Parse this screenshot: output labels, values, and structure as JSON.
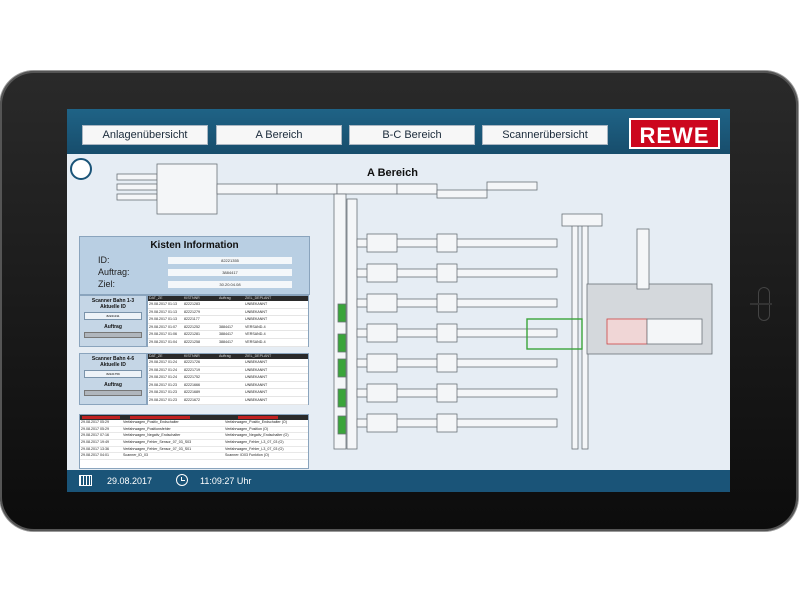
{
  "nav": {
    "items": [
      {
        "label": "Anlagenübersicht"
      },
      {
        "label": "A Bereich"
      },
      {
        "label": "B-C Bereich"
      },
      {
        "label": "Scannerübersicht"
      }
    ]
  },
  "logo": {
    "text": "REWE"
  },
  "area_title": "A Bereich",
  "kisten": {
    "title": "Kisten Information",
    "id_label": "ID:",
    "id_value": "82221355",
    "auftrag_label": "Auftrag:",
    "auftrag_value": "3884417",
    "ziel_label": "Ziel:",
    "ziel_value": "30.20.04.08"
  },
  "scanner1": {
    "title": "Scanner Bahn 1-3",
    "aktuelle_label": "Aktuelle ID",
    "aktuelle_value": "82221311",
    "auftrag_label": "Auftrag",
    "headers": [
      "DAT_ZE",
      "KISTNNR",
      "Auftrag",
      "ZIEL_DEPLANT"
    ],
    "rows": [
      [
        "29.08.2017 01:13",
        "82221283",
        "",
        "UNBEKANNT"
      ],
      [
        "29.08.2017 01:13",
        "82221279",
        "",
        "UNBEKANNT"
      ],
      [
        "29.08.2017 01:13",
        "82221177",
        "",
        "UNBEKANNT"
      ],
      [
        "29.08.2017 01:07",
        "82221252",
        "3884417",
        "VERSAND-4"
      ],
      [
        "29.08.2017 01:06",
        "82221281",
        "3884417",
        "VERSAND-4"
      ],
      [
        "29.08.2017 01:04",
        "82221258",
        "3884417",
        "VERSAND-4"
      ]
    ]
  },
  "scanner2": {
    "title": "Scanner Bahn 4-6",
    "aktuelle_label": "Aktuelle ID",
    "aktuelle_value": "82221759",
    "auftrag_label": "Auftrag",
    "headers": [
      "DAT_ZE",
      "KISTNNR",
      "Auftrag",
      "ZIEL_DEPLANT"
    ],
    "rows": [
      [
        "29.08.2017 01:24",
        "82221726",
        "",
        "UNBEKANNT"
      ],
      [
        "29.08.2017 01:24",
        "82221719",
        "",
        "UNBEKANNT"
      ],
      [
        "29.08.2017 01:24",
        "82221752",
        "",
        "UNBEKANNT"
      ],
      [
        "29.08.2017 01:23",
        "82221666",
        "",
        "UNBEKANNT"
      ],
      [
        "29.08.2017 01:23",
        "82221689",
        "",
        "UNBEKANNT"
      ],
      [
        "29.08.2017 01:23",
        "82221672",
        "",
        "UNBEKANNT"
      ]
    ]
  },
  "log": {
    "rows": [
      [
        "29.08.2017 05:29",
        "Verfahrwagen_Positiv_Endschalter",
        "Verfahrwagen_Positiv_Endschalter (O)"
      ],
      [
        "29.08.2017 05:29",
        "Verfahrwagen_Positionsfehler",
        "Verfahrwagen_Position (O)"
      ],
      [
        "29.08.2017 07:16",
        "Verfahrwagen_Negativ_Endschalter",
        "Verfahrwagen_Negativ_Endschalter (O)"
      ],
      [
        "29.08.2017 19:49",
        "Verfahrwagen_Fehler_Sensor_07_03_S03",
        "Verfahrwagen_Fehler_L3_07_03 (O)"
      ],
      [
        "29.08.2017 13:36",
        "Verfahrwagen_Fehler_Sensor_07_03_S01",
        "Verfahrwagen_Fehler_L3_07_03 (O)"
      ],
      [
        "29.08.2017 04:01",
        "Scanner_ID_03",
        "Scanner: ID03 Funktion (O)"
      ]
    ]
  },
  "status": {
    "date": "29.08.2017",
    "time": "11:09:27 Uhr"
  },
  "colors": {
    "frame": "#1a5478",
    "brand_red": "#cc071e",
    "background": "#e6edf4",
    "conveyor_green": "#3aa43a"
  },
  "icons": {
    "scanner": "scanner-icon",
    "calendar": "calendar-icon",
    "clock": "clock-icon"
  }
}
